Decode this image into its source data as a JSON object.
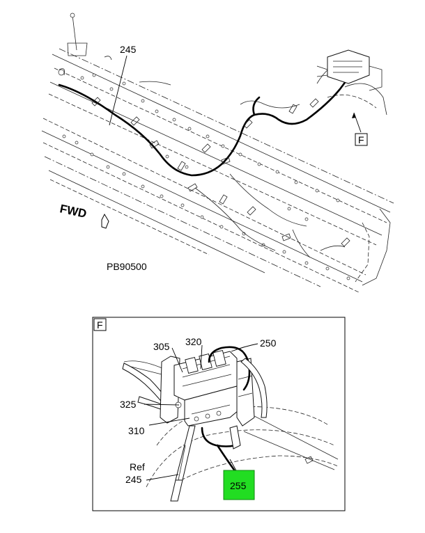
{
  "top_view": {
    "callouts": {
      "harness": "245"
    },
    "view_marker": "F",
    "direction": "FWD",
    "part_number": "PB90500"
  },
  "detail_view": {
    "title": "F",
    "callouts": {
      "a": "305",
      "b": "320",
      "c": "250",
      "d": "325",
      "e": "310",
      "ref": "Ref",
      "ref_num": "245",
      "highlight": "255"
    },
    "highlight_color": "#22dd22"
  }
}
